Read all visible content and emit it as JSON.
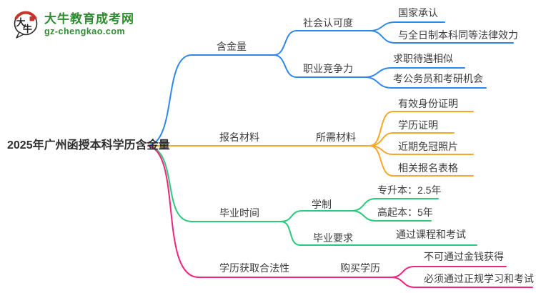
{
  "logo": {
    "title": "大牛教育成考网",
    "url": "gz-chengkao.com",
    "icon": "daniu-speech-bubble-icon",
    "icon_chars": {
      "first": "大",
      "second": "牛"
    }
  },
  "colors": {
    "blue": "#2f87eb",
    "orange": "#f7a82a",
    "green": "#2bc97a",
    "pink": "#f0257c",
    "logo_green": "#2e8b2e",
    "text": "#3d3d3d"
  },
  "map": {
    "root": "2025年广州函授本科学历含金量",
    "branches": [
      {
        "label": "含金量",
        "color": "#2f87eb",
        "children": [
          {
            "label": "社会认可度",
            "children": [
              {
                "label": "国家承认"
              },
              {
                "label": "与全日制本科同等法律效力"
              }
            ]
          },
          {
            "label": "职业竞争力",
            "children": [
              {
                "label": "求职待遇相似"
              },
              {
                "label": "考公务员和考研机会"
              }
            ]
          }
        ]
      },
      {
        "label": "报名材料",
        "color": "#f7a82a",
        "children": [
          {
            "label": "所需材料",
            "children": [
              {
                "label": "有效身份证明"
              },
              {
                "label": "学历证明"
              },
              {
                "label": "近期免冠照片"
              },
              {
                "label": "相关报名表格"
              }
            ]
          }
        ]
      },
      {
        "label": "毕业时间",
        "color": "#2bc97a",
        "children": [
          {
            "label": "学制",
            "children": [
              {
                "label": "专升本：2.5年"
              },
              {
                "label": "高起本：5年"
              }
            ]
          },
          {
            "label": "毕业要求",
            "children": [
              {
                "label": "通过课程和考试"
              }
            ]
          }
        ]
      },
      {
        "label": "学历获取合法性",
        "color": "#f0257c",
        "children": [
          {
            "label": "购买学历",
            "children": [
              {
                "label": "不可通过金钱获得"
              },
              {
                "label": "必须通过正规学习和考试"
              }
            ]
          }
        ]
      }
    ]
  }
}
